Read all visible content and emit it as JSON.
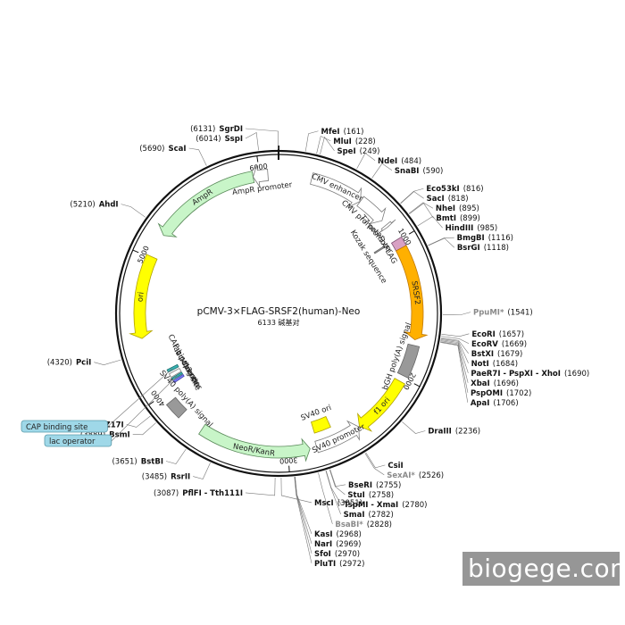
{
  "plasmid": {
    "name": "pCMV-3×FLAG-SRSF2(human)-Neo",
    "size_label": "6133 碱基对",
    "total_bp": 6133
  },
  "ticks": [
    {
      "bp": 1000,
      "label": "1000"
    },
    {
      "bp": 2000,
      "label": "2000"
    },
    {
      "bp": 3000,
      "label": "3000"
    },
    {
      "bp": 4000,
      "label": "4000"
    },
    {
      "bp": 5000,
      "label": "5000"
    },
    {
      "bp": 6000,
      "label": "6000"
    }
  ],
  "features": [
    {
      "id": "cmv-enhancer",
      "label": "CMV enhancer",
      "kind": "arrow",
      "start": 235,
      "end": 615,
      "color": "#ffffff",
      "stroke": "#7a7a7a",
      "track": 0
    },
    {
      "id": "cmv-promoter",
      "label": "CMV promoter",
      "kind": "arrow",
      "start": 615,
      "end": 820,
      "color": "#ffffff",
      "stroke": "#7a7a7a",
      "track": 0
    },
    {
      "id": "t7-promoter",
      "label": "T7 promoter",
      "kind": "arrow",
      "start": 862,
      "end": 880,
      "color": "#ffffff",
      "stroke": "#7a7a7a",
      "track": 0
    },
    {
      "id": "3xflag",
      "label": "3xFLAG",
      "kind": "box",
      "start": 990,
      "end": 1056,
      "color": "#d8a1c4",
      "stroke": "#7a5070",
      "track": 0
    },
    {
      "id": "srsf2",
      "label": "SRSF2",
      "kind": "arrow",
      "start": 1056,
      "end": 1720,
      "color": "#ffb000",
      "stroke": "#c07800",
      "track": 0
    },
    {
      "id": "bgh-polya",
      "label": "bGH poly(A) signal",
      "kind": "box",
      "start": 1760,
      "end": 1985,
      "color": "#999999",
      "stroke": "#666666",
      "track": 0
    },
    {
      "id": "f1-ori",
      "label": "f1 ori",
      "kind": "arrow",
      "start": 2031,
      "end": 2460,
      "color": "#ffff00",
      "stroke": "#b0a000",
      "track": 0
    },
    {
      "id": "sv40-promoter",
      "label": "SV40 promoter",
      "kind": "arrow",
      "start": 2466,
      "end": 2796,
      "color": "#ffffff",
      "stroke": "#7a7a7a",
      "track": 0,
      "reverse": true
    },
    {
      "id": "sv40-ori",
      "label": "SV40 ori",
      "kind": "box",
      "start": 2647,
      "end": 2782,
      "color": "#ffff00",
      "stroke": "#b0a000",
      "track": 1
    },
    {
      "id": "neo-kanr",
      "label": "NeoR/KanR",
      "kind": "arrow",
      "start": 2843,
      "end": 3637,
      "color": "#c8f5c8",
      "stroke": "#5a8a5a",
      "track": 0,
      "reverse": true
    },
    {
      "id": "sv40-polya",
      "label": "SV40 poly(A) signal",
      "kind": "box",
      "start": 3811,
      "end": 3932,
      "color": "#999999",
      "stroke": "#666666",
      "track": 0
    },
    {
      "id": "m13-rev",
      "label": "M13 rev",
      "kind": "box",
      "start": 4027,
      "end": 4044,
      "color": "#7a7aff",
      "stroke": "#4040a0",
      "track": 1
    },
    {
      "id": "lac-operator",
      "label": "lac operator",
      "kind": "box",
      "start": 4052,
      "end": 4068,
      "color": "#38b2b2",
      "stroke": "#207070",
      "track": 1
    },
    {
      "id": "lac-promoter",
      "label": "lac promoter",
      "kind": "box",
      "start": 4076,
      "end": 4106,
      "color": "#ffffff",
      "stroke": "#7a7a7a",
      "track": 1
    },
    {
      "id": "cap-site",
      "label": "CAP binding site",
      "kind": "box",
      "start": 4121,
      "end": 4143,
      "color": "#38b2b2",
      "stroke": "#207070",
      "track": 1
    },
    {
      "id": "ori",
      "label": "ori",
      "kind": "arrow",
      "start": 4422,
      "end": 5010,
      "color": "#ffff00",
      "stroke": "#b0a000",
      "track": 0,
      "reverse": true
    },
    {
      "id": "ampr",
      "label": "AmpR",
      "kind": "arrow",
      "start": 5181,
      "end": 5953,
      "color": "#c8f5c8",
      "stroke": "#5a8a5a",
      "track": 0,
      "reverse": true
    },
    {
      "id": "ampr-promoter",
      "label": "AmpR promoter",
      "kind": "arrow",
      "start": 5953,
      "end": 6058,
      "color": "#ffffff",
      "stroke": "#7a7a7a",
      "track": 0,
      "reverse": true
    },
    {
      "id": "kozak",
      "label": "Kozak sequence",
      "kind": "box",
      "start": 980,
      "end": 990,
      "color": "#999999",
      "stroke": "#666666",
      "track": 1
    }
  ],
  "sites": [
    {
      "name": "SgrDI",
      "pos": "(6131)",
      "side": "left",
      "gray": false
    },
    {
      "name": "SspI",
      "pos": "(6014)",
      "side": "left",
      "gray": false
    },
    {
      "name": "ScaI",
      "pos": "(5690)",
      "side": "left",
      "gray": false
    },
    {
      "name": "AhdI",
      "pos": "(5210)",
      "side": "left",
      "gray": false
    },
    {
      "name": "PciI",
      "pos": "(4320)",
      "side": "left",
      "gray": false
    },
    {
      "name": "BstZ17I",
      "pos": "(3941)",
      "side": "left",
      "gray": false
    },
    {
      "name": "BsmI",
      "pos": "(3889)",
      "side": "left",
      "gray": false
    },
    {
      "name": "BstBI",
      "pos": "(3651)",
      "side": "left",
      "gray": false
    },
    {
      "name": "RsrII",
      "pos": "(3485)",
      "side": "left",
      "gray": false
    },
    {
      "name": "PflFI - Tth111I",
      "pos": "(3087)",
      "side": "left",
      "gray": false
    },
    {
      "name": "MscI",
      "pos": "(3051)",
      "side": "left",
      "gray": false
    },
    {
      "name": "MfeI",
      "pos": "(161)",
      "side": "right",
      "gray": false
    },
    {
      "name": "MluI",
      "pos": "(228)",
      "side": "right",
      "gray": false
    },
    {
      "name": "SpeI",
      "pos": "(249)",
      "side": "right",
      "gray": false
    },
    {
      "name": "NdeI",
      "pos": "(484)",
      "side": "right",
      "gray": false
    },
    {
      "name": "SnaBI",
      "pos": "(590)",
      "side": "right",
      "gray": false
    },
    {
      "name": "Eco53kI",
      "pos": "(816)",
      "side": "right",
      "gray": false
    },
    {
      "name": "SacI",
      "pos": "(818)",
      "side": "right",
      "gray": false
    },
    {
      "name": "NheI",
      "pos": "(895)",
      "side": "right",
      "gray": false
    },
    {
      "name": "BmtI",
      "pos": "(899)",
      "side": "right",
      "gray": false
    },
    {
      "name": "HindIII",
      "pos": "(985)",
      "side": "right",
      "gray": false
    },
    {
      "name": "BmgBI",
      "pos": "(1116)",
      "side": "right",
      "gray": false
    },
    {
      "name": "BsrGI",
      "pos": "(1118)",
      "side": "right",
      "gray": false
    },
    {
      "name": "PpuMI*",
      "pos": "(1541)",
      "side": "right",
      "gray": true
    },
    {
      "name": "EcoRI",
      "pos": "(1657)",
      "side": "right",
      "gray": false
    },
    {
      "name": "EcoRV",
      "pos": "(1669)",
      "side": "right",
      "gray": false
    },
    {
      "name": "BstXI",
      "pos": "(1679)",
      "side": "right",
      "gray": false
    },
    {
      "name": "NotI",
      "pos": "(1684)",
      "side": "right",
      "gray": false
    },
    {
      "name": "PaeR7I - PspXI - XhoI",
      "pos": "(1690)",
      "side": "right",
      "gray": false
    },
    {
      "name": "XbaI",
      "pos": "(1696)",
      "side": "right",
      "gray": false
    },
    {
      "name": "PspOMI",
      "pos": "(1702)",
      "side": "right",
      "gray": false
    },
    {
      "name": "ApaI",
      "pos": "(1706)",
      "side": "right",
      "gray": false
    },
    {
      "name": "DraIII",
      "pos": "(2236)",
      "side": "right",
      "gray": false
    },
    {
      "name": "CsiI",
      "pos": "",
      "side": "right",
      "gray": false
    },
    {
      "name": "SexAI*",
      "pos": "(2526)",
      "side": "right",
      "gray": true
    },
    {
      "name": "BseRI",
      "pos": "(2755)",
      "side": "right",
      "gray": false
    },
    {
      "name": "StuI",
      "pos": "(2758)",
      "side": "right",
      "gray": false
    },
    {
      "name": "TspMI - XmaI",
      "pos": "(2780)",
      "side": "right",
      "gray": false
    },
    {
      "name": "SmaI",
      "pos": "(2782)",
      "side": "right",
      "gray": false
    },
    {
      "name": "BsaBI*",
      "pos": "(2828)",
      "side": "right",
      "gray": true
    },
    {
      "name": "KasI",
      "pos": "(2968)",
      "side": "right",
      "gray": false
    },
    {
      "name": "NarI",
      "pos": "(2969)",
      "side": "right",
      "gray": false
    },
    {
      "name": "SfoI",
      "pos": "(2970)",
      "side": "right",
      "gray": false
    },
    {
      "name": "PluTI",
      "pos": "(2972)",
      "side": "right",
      "gray": false
    }
  ],
  "callouts": [
    {
      "text": "CAP binding site",
      "color": "#9fd8e8"
    },
    {
      "text": "lac operator",
      "color": "#9fd8e8"
    }
  ],
  "watermark": "biogege.com"
}
